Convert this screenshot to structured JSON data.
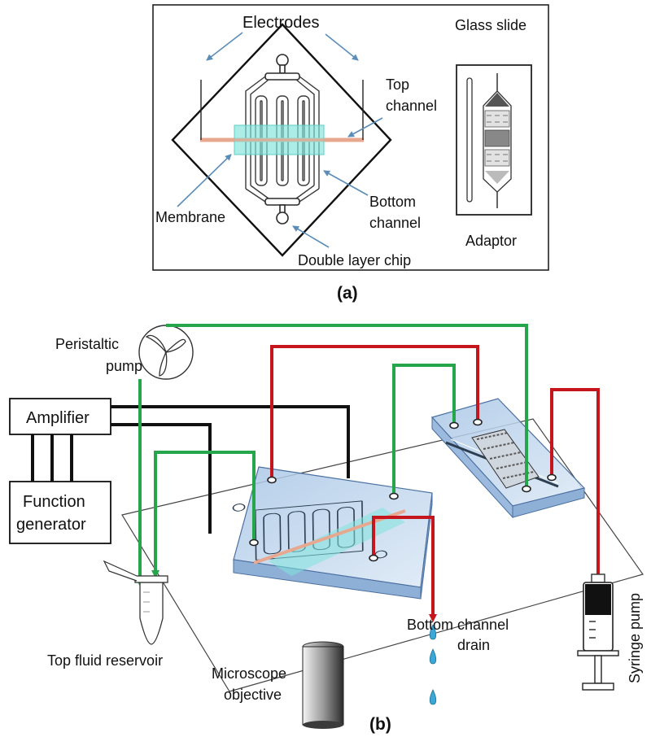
{
  "panel_a": {
    "electrodes": "Electrodes",
    "glass_slide": "Glass slide",
    "top_channel_1": "Top",
    "top_channel_2": "channel",
    "membrane": "Membrane",
    "bottom_channel_1": "Bottom",
    "bottom_channel_2": "channel",
    "double_layer_chip": "Double layer chip",
    "adaptor": "Adaptor",
    "caption": "(a)"
  },
  "panel_b": {
    "peristaltic_pump_1": "Peristaltic",
    "peristaltic_pump_2": "pump",
    "amplifier": "Amplifier",
    "function_generator_1": "Function",
    "function_generator_2": "generator",
    "top_fluid_reservoir": "Top fluid reservoir",
    "microscope_objective_1": "Microscope",
    "microscope_objective_2": "objective",
    "bottom_channel_drain_1": "Bottom channel",
    "bottom_channel_drain_2": "drain",
    "syringe_pump": "Syringe pump",
    "caption": "(b)"
  },
  "colors": {
    "top_flow_line": "#26a64a",
    "bottom_flow_line": "#c4161c",
    "membrane_fill": "#7fe3dc",
    "electrode": "#e8a890",
    "arrow": "#5b8db8",
    "chip_fill": "#a9c6e6",
    "droplet": "#3aa7d6"
  }
}
